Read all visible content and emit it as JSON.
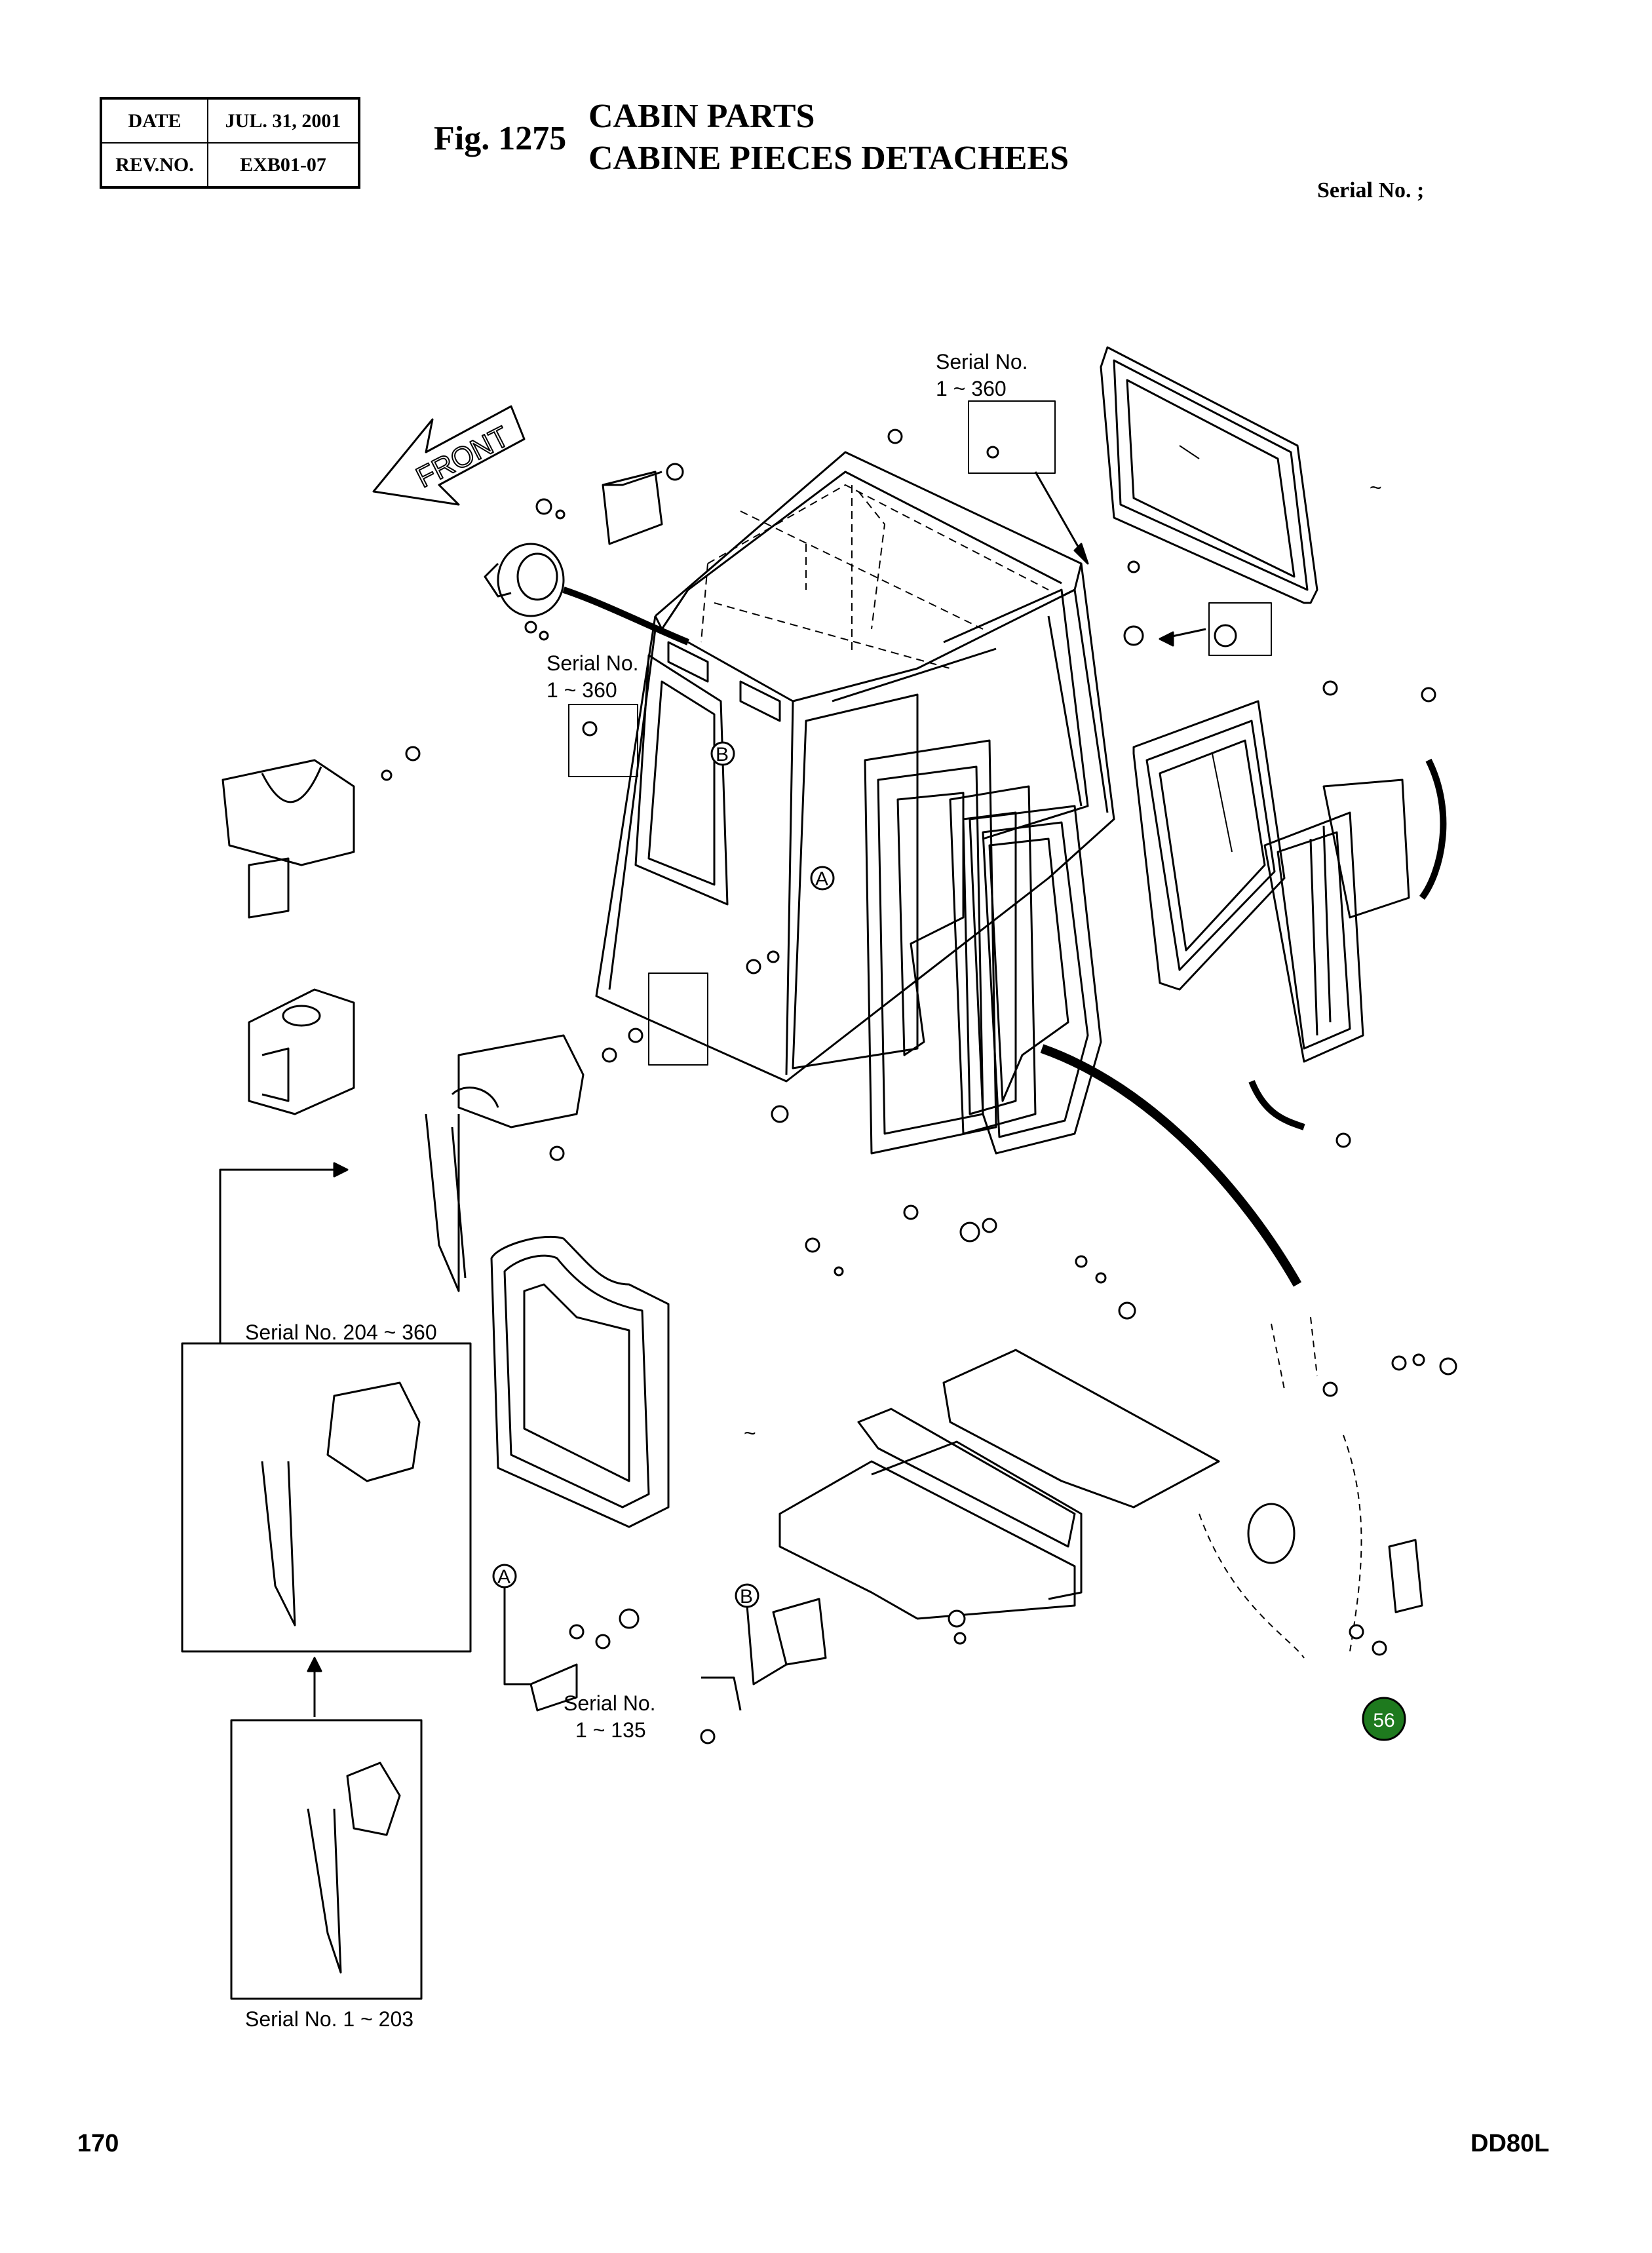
{
  "header": {
    "date_label": "DATE",
    "date_value": "JUL. 31, 2001",
    "rev_label": "REV.NO.",
    "rev_value": "EXB01-07",
    "fig_label": "Fig. 1275",
    "title_en": "CABIN PARTS",
    "title_fr": "CABINE PIECES DETACHEES",
    "serial_label": "Serial No. ;"
  },
  "diagram": {
    "front_label": "FRONT",
    "serial_labels": {
      "top_center_1": "Serial No.",
      "top_center_2": "1 ~ 360",
      "left_mid_1": "Serial No.",
      "left_mid_2": "1 ~ 360",
      "box_upper": "Serial No. 204 ~ 360",
      "box_lower": "Serial No. 1 ~ 203",
      "bottom_1": "Serial No.",
      "bottom_2": "1 ~ 135"
    },
    "circle_labels": {
      "a": "A",
      "b": "B"
    },
    "tilde": "~",
    "callout": "56",
    "callout_color": "#1e7a1e"
  },
  "footer": {
    "page_number": "170",
    "model": "DD80L"
  }
}
